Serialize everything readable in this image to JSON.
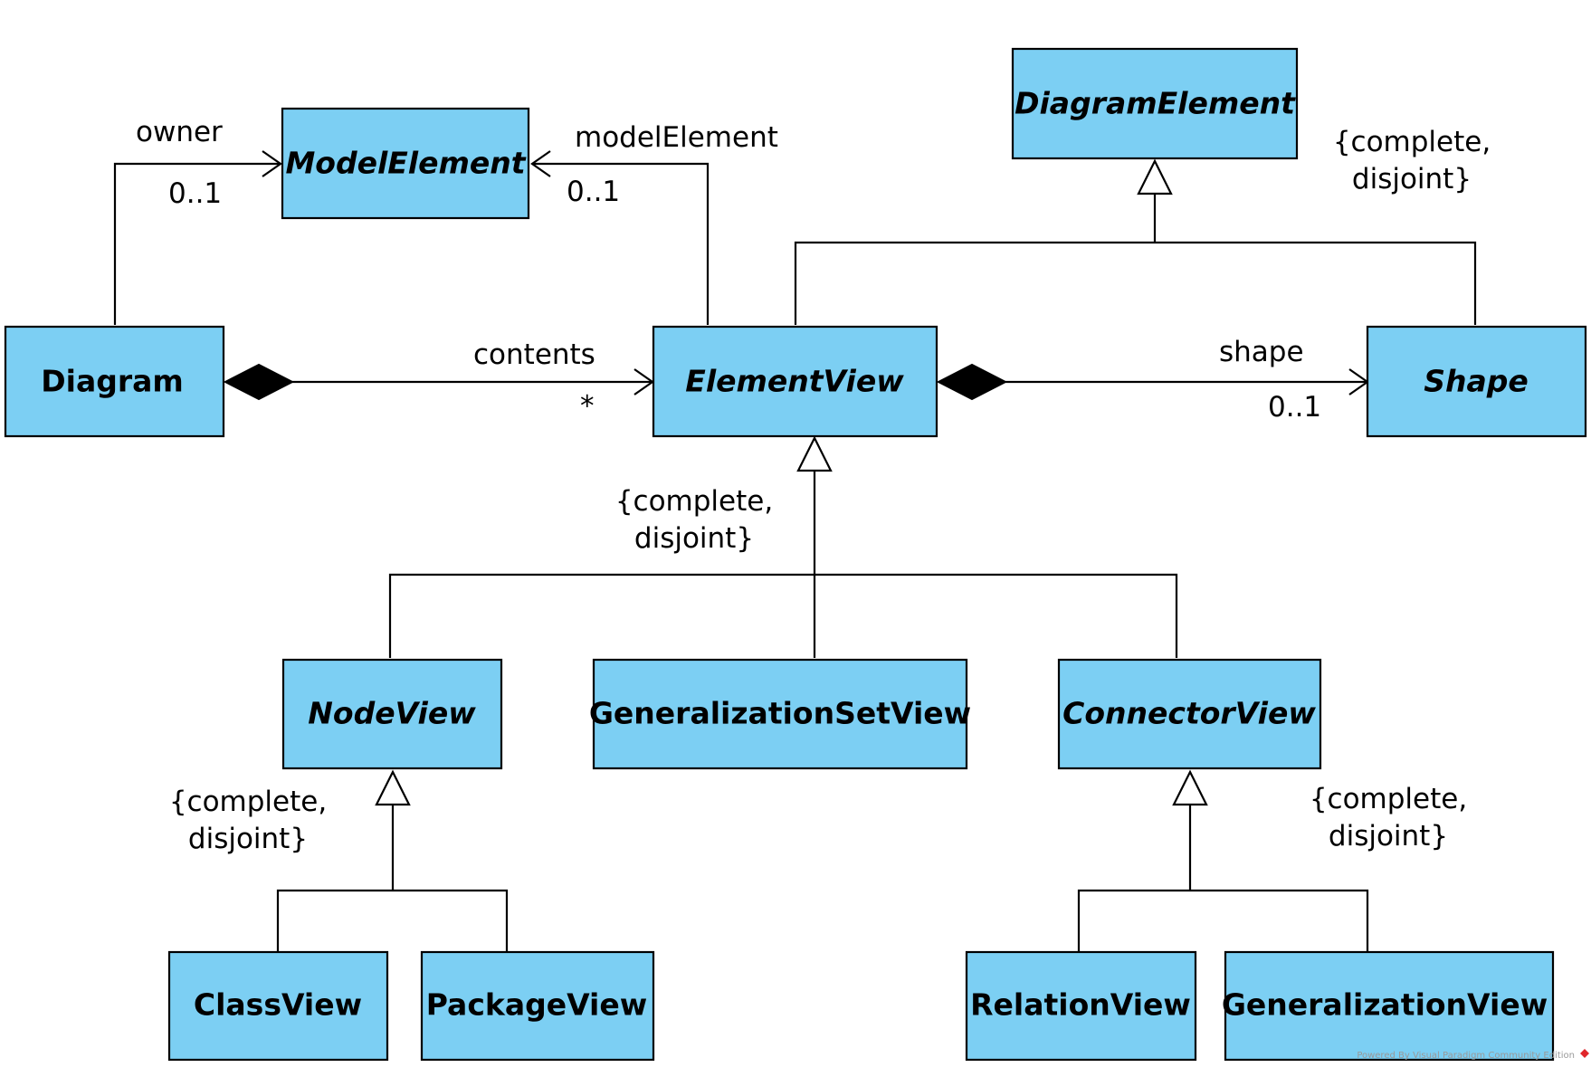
{
  "classes": {
    "model_element": {
      "name": "ModelElement",
      "abstract": true
    },
    "diagram_element": {
      "name": "DiagramElement",
      "abstract": true
    },
    "diagram": {
      "name": "Diagram",
      "abstract": false
    },
    "element_view": {
      "name": "ElementView",
      "abstract": true
    },
    "shape": {
      "name": "Shape",
      "abstract": true
    },
    "node_view": {
      "name": "NodeView",
      "abstract": true
    },
    "generalization_set_view": {
      "name": "GeneralizationSetView",
      "abstract": false
    },
    "connector_view": {
      "name": "ConnectorView",
      "abstract": true
    },
    "class_view": {
      "name": "ClassView",
      "abstract": false
    },
    "package_view": {
      "name": "PackageView",
      "abstract": false
    },
    "relation_view": {
      "name": "RelationView",
      "abstract": false
    },
    "generalization_view": {
      "name": "GeneralizationView",
      "abstract": false
    }
  },
  "associations": {
    "owner": {
      "role": "owner",
      "multiplicity": "0..1"
    },
    "model_element": {
      "role": "modelElement",
      "multiplicity": "0..1"
    },
    "contents": {
      "role": "contents",
      "multiplicity": "*"
    },
    "shape": {
      "role": "shape",
      "multiplicity": "0..1"
    }
  },
  "constraints": {
    "diagram_element": [
      "{complete,",
      "disjoint}"
    ],
    "element_view": [
      "{complete,",
      "disjoint}"
    ],
    "node_view": [
      "{complete,",
      "disjoint}"
    ],
    "connector_view": [
      "{complete,",
      "disjoint}"
    ]
  },
  "watermark": "Powered By Visual Paradigm Community Edition",
  "colors": {
    "class_fill": "#7ccff3",
    "line": "#000000",
    "watermark_logo": "#e0262b"
  }
}
